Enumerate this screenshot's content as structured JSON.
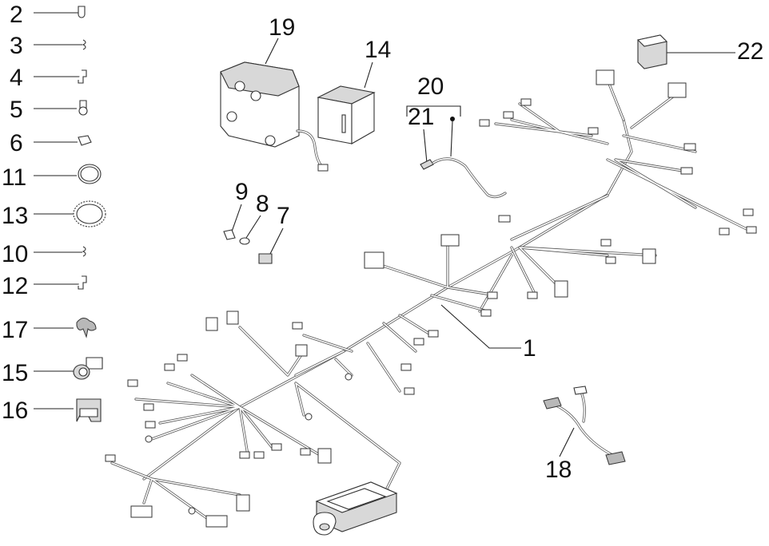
{
  "diagram": {
    "callouts": [
      {
        "id": "c2",
        "label": "2"
      },
      {
        "id": "c3",
        "label": "3"
      },
      {
        "id": "c4",
        "label": "4"
      },
      {
        "id": "c5",
        "label": "5"
      },
      {
        "id": "c6",
        "label": "6"
      },
      {
        "id": "c11",
        "label": "11"
      },
      {
        "id": "c13",
        "label": "13"
      },
      {
        "id": "c10",
        "label": "10"
      },
      {
        "id": "c12",
        "label": "12"
      },
      {
        "id": "c17",
        "label": "17"
      },
      {
        "id": "c15",
        "label": "15"
      },
      {
        "id": "c16",
        "label": "16"
      },
      {
        "id": "c19",
        "label": "19"
      },
      {
        "id": "c14",
        "label": "14"
      },
      {
        "id": "c20",
        "label": "20"
      },
      {
        "id": "c21",
        "label": "21"
      },
      {
        "id": "c22",
        "label": "22"
      },
      {
        "id": "c9",
        "label": "9"
      },
      {
        "id": "c8",
        "label": "8"
      },
      {
        "id": "c7",
        "label": "7"
      },
      {
        "id": "c1",
        "label": "1"
      },
      {
        "id": "c18",
        "label": "18"
      }
    ]
  }
}
